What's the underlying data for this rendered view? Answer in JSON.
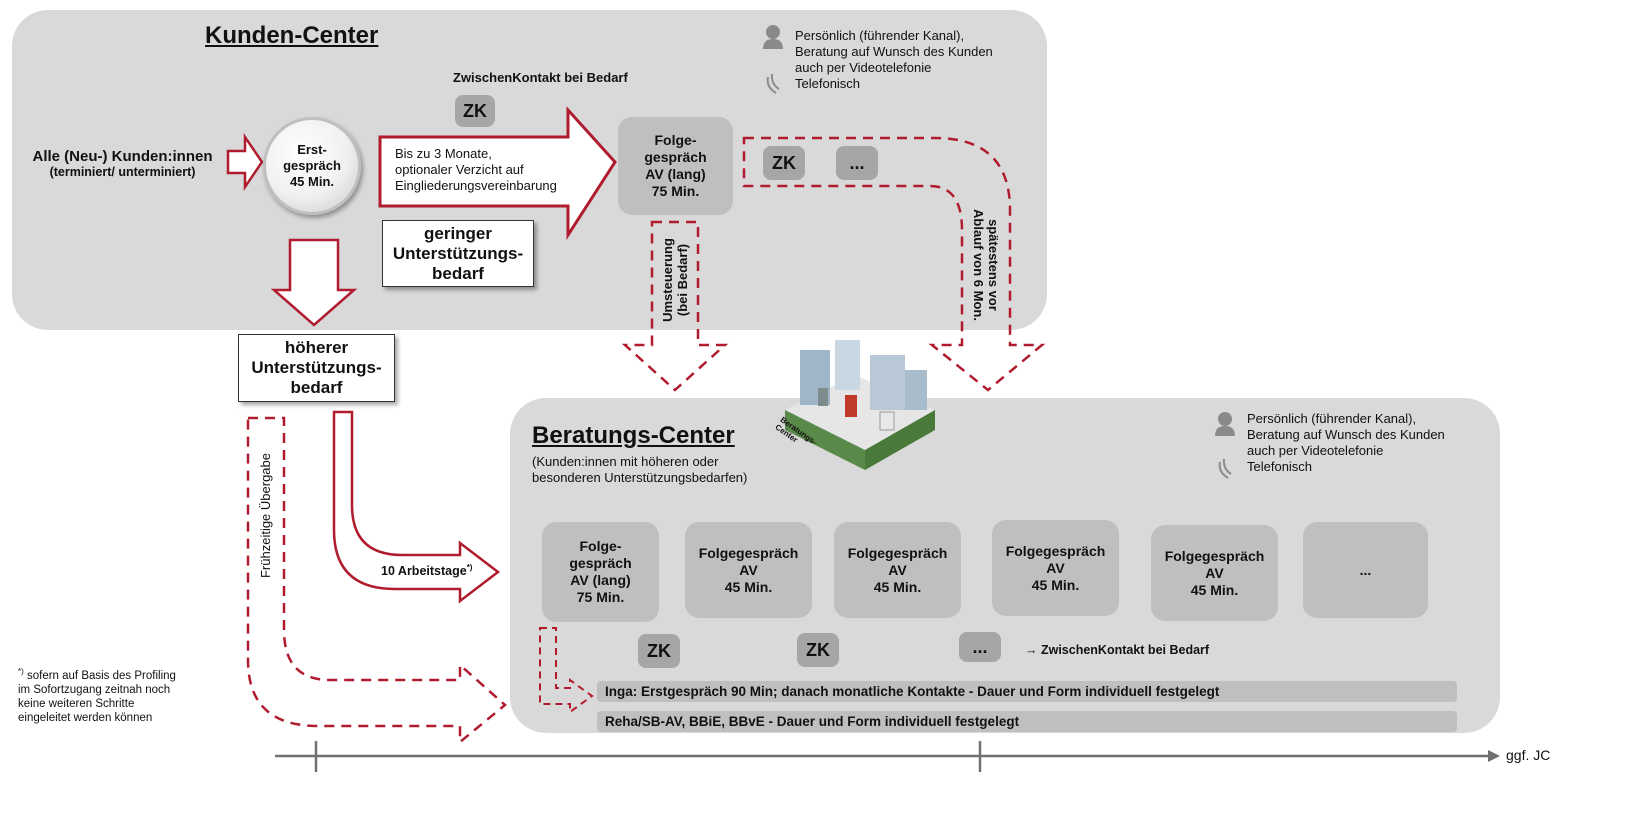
{
  "kunden_center": {
    "title": "Kunden-Center",
    "legend_personal": "Persönlich (führender Kanal),",
    "legend_personal_2": "Beratung auf Wunsch des Kunden",
    "legend_video": "auch per Videotelefonie",
    "legend_phone": "Telefonisch",
    "zk_hint": "ZwischenKontakt  bei Bedarf",
    "zk": "ZK",
    "ellipsis": "...",
    "input_line1": "Alle (Neu-) Kunden:innen",
    "input_line2": "(terminiert/ unterminiert)",
    "erst_l1": "Erst-",
    "erst_l2": "gespräch",
    "erst_l3": "45 Min.",
    "arrow_text_1": "Bis zu 3 Monate,",
    "arrow_text_2": "optionaler Verzicht auf",
    "arrow_text_3": "Eingliederungsvereinbarung",
    "folge_l1": "Folge-",
    "folge_l2": "gespräch",
    "folge_l3": "AV (lang)",
    "folge_l4": "75 Min.",
    "geringer_l1": "geringer",
    "geringer_l2": "Unterstützungs-",
    "geringer_l3": "bedarf",
    "umsteuerung_l1": "Umsteuerung",
    "umsteuerung_l2": "(bei Bedarf)",
    "spaetestens_l1": "spätestens vor",
    "spaetestens_l2": "Ablauf von 6 Mon."
  },
  "hoeherer": {
    "l1": "höherer",
    "l2": "Unterstützungs-",
    "l3": "bedarf"
  },
  "flow": {
    "fruehzeitig": "Frühzeitige Übergabe",
    "arbeitstage": "10 Arbeitstage",
    "arbeitstage_sup": "*)"
  },
  "footnote": {
    "mark": "*)",
    "l1": " sofern auf Basis des Profiling",
    "l2": "im Sofortzugang zeitnah noch",
    "l3": "keine weiteren Schritte",
    "l4": "eingeleitet werden können"
  },
  "beratungs_center": {
    "title": "Beratungs-Center",
    "subtitle_1": "(Kunden:innen mit höheren oder",
    "subtitle_2": "besonderen Unterstützungsbedarfen)",
    "building_label": "Beratungs-Center",
    "legend_personal": "Persönlich (führender Kanal),",
    "legend_personal_2": "Beratung auf Wunsch des Kunden",
    "legend_video": "auch per Videotelefonie",
    "legend_phone": "Telefonisch",
    "box1": [
      "Folge-",
      "gespräch",
      "AV (lang)",
      "75 Min."
    ],
    "box2": [
      "Folgegespräch",
      "AV",
      "45 Min."
    ],
    "box3": [
      "Folgegespräch",
      "AV",
      "45 Min."
    ],
    "box4": [
      "Folgegespräch",
      "AV",
      "45 Min."
    ],
    "box5": [
      "Folgegespräch",
      "AV",
      "45 Min."
    ],
    "box6": "...",
    "zk": "ZK",
    "ellipsis": "...",
    "zk_hint": "→ ZwischenKontakt  bei Bedarf",
    "bar1": "Inga: Erstgespräch 90 Min; danach monatliche  Kontakte  - Dauer und Form individuell  festgelegt",
    "bar2": "Reha/SB-AV, BBiE, BBvE - Dauer und Form individuell  festgelegt"
  },
  "timeline": {
    "end_label": "ggf. JC"
  },
  "colors": {
    "panel": "#d9d9d9",
    "box": "#a6a6a6",
    "arrow": "#b01c2e",
    "timeline": "#707070"
  }
}
